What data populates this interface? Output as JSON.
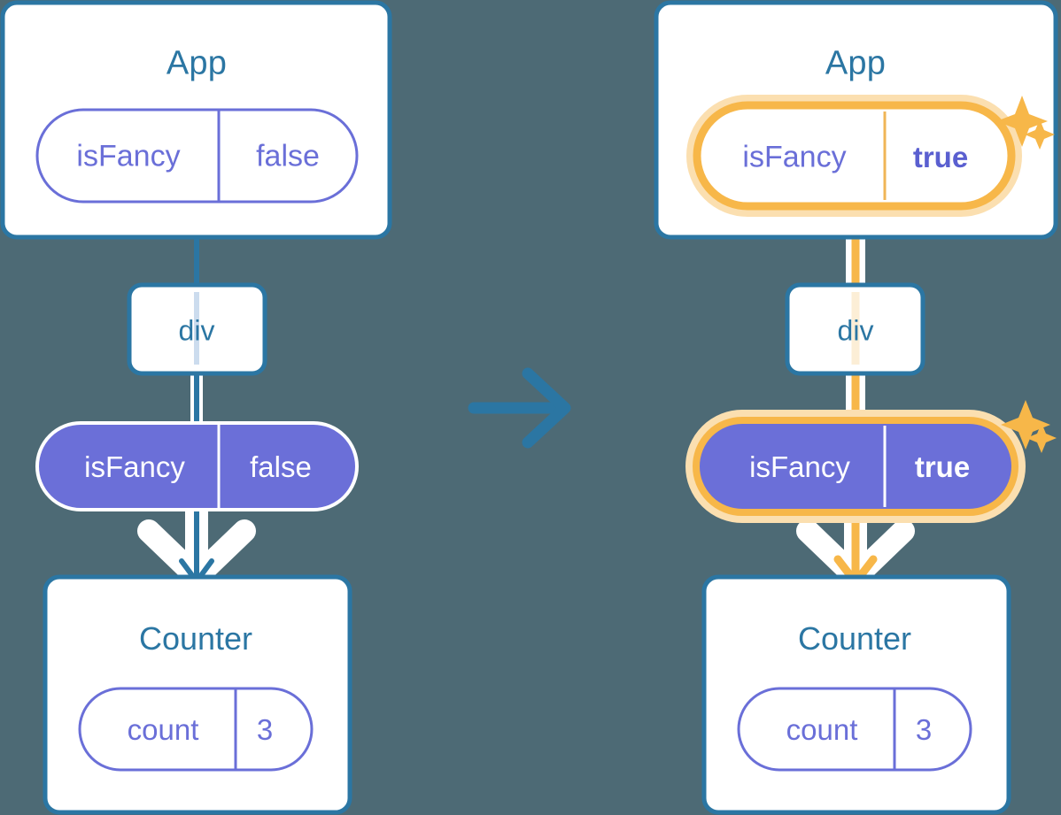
{
  "diagram": {
    "type": "react-state-propagation",
    "background_color": "#4d6a75",
    "accent_blue": "#2b76a3",
    "accent_purple": "#6a6fd8",
    "accent_purple_fill": "#6b6fd8",
    "highlight_orange": "#f7b749",
    "highlight_orange_soft": "#fbd9a0",
    "transition_arrow_icon": "right-arrow-icon"
  },
  "left_panel": {
    "app": {
      "title": "App",
      "state_pill": {
        "key": "isFancy",
        "value": "false",
        "style": "outline"
      }
    },
    "div_node": {
      "label": "div"
    },
    "prop_pill": {
      "key": "isFancy",
      "value": "false",
      "style": "solid"
    },
    "counter": {
      "title": "Counter",
      "state_pill": {
        "key": "count",
        "value": "3",
        "style": "outline"
      }
    }
  },
  "right_panel": {
    "app": {
      "title": "App",
      "state_pill": {
        "key": "isFancy",
        "value": "true",
        "style": "outline-highlighted"
      },
      "sparkle_icons": [
        "sparkle-large-icon",
        "sparkle-small-icon"
      ]
    },
    "div_node": {
      "label": "div"
    },
    "prop_pill": {
      "key": "isFancy",
      "value": "true",
      "style": "solid-highlighted"
    },
    "counter": {
      "title": "Counter",
      "state_pill": {
        "key": "count",
        "value": "3",
        "style": "outline"
      }
    }
  }
}
